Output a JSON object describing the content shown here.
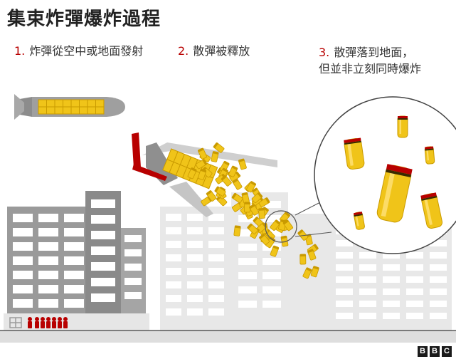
{
  "title": "集束炸彈爆炸過程",
  "steps": [
    {
      "number": "1.",
      "lines": [
        "炸彈從空中或地面發射"
      ]
    },
    {
      "number": "2.",
      "lines": [
        "散彈被釋放"
      ]
    },
    {
      "number": "3.",
      "lines": [
        "散彈落到地面，",
        "但並非立刻同時爆炸"
      ]
    }
  ],
  "logo": {
    "letters": [
      "B",
      "B",
      "C"
    ]
  },
  "colors": {
    "accent": "#b80000",
    "bomblet": "#f0c419",
    "bomblet_dark": "#c99a00",
    "building": "#8c8c8c",
    "building_faded": "#e6e6e6",
    "bomb_body": "#9a9a9a",
    "ground": "#d9d9d9"
  },
  "icons": [
    "cluster-bomb-icon",
    "bomb-dispenser-icon",
    "bomblet-icon",
    "magnifier-circle-icon",
    "people-silhouette-icon",
    "building-icon"
  ]
}
